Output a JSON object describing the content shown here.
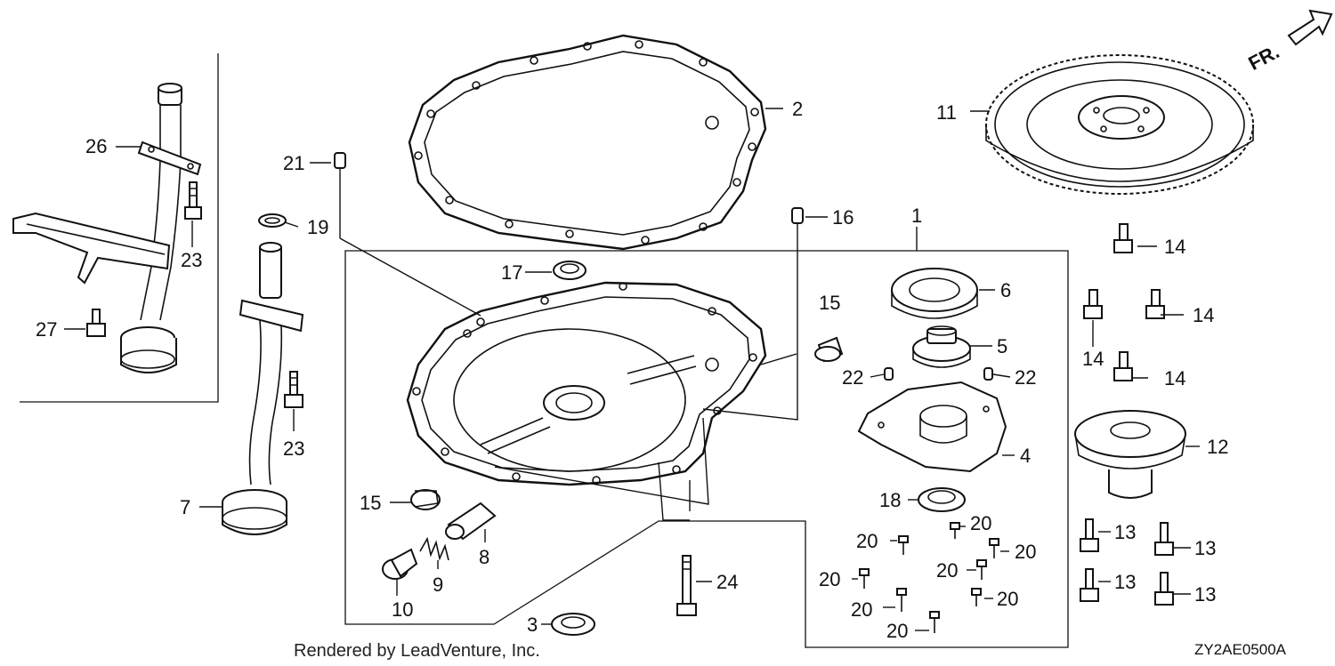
{
  "diagram": {
    "orientation_mark": "FR.",
    "diagram_code": "ZY2AE0500A",
    "credit": "Rendered by LeadVenture, Inc.",
    "parts": {
      "p1": "1",
      "p2": "2",
      "p3": "3",
      "p4": "4",
      "p5": "5",
      "p6": "6",
      "p7": "7",
      "p8": "8",
      "p9": "9",
      "p10": "10",
      "p11": "11",
      "p12": "12",
      "p13a": "13",
      "p13b": "13",
      "p13c": "13",
      "p13d": "13",
      "p14a": "14",
      "p14b": "14",
      "p14c": "14",
      "p14d": "14",
      "p15a": "15",
      "p15b": "15",
      "p16": "16",
      "p17": "17",
      "p18": "18",
      "p19": "19",
      "p20a": "20",
      "p20b": "20",
      "p20c": "20",
      "p20d": "20",
      "p20e": "20",
      "p20f": "20",
      "p20g": "20",
      "p20h": "20",
      "p21": "21",
      "p22a": "22",
      "p22b": "22",
      "p23a": "23",
      "p23b": "23",
      "p24": "24",
      "p26": "26",
      "p27": "27"
    }
  }
}
